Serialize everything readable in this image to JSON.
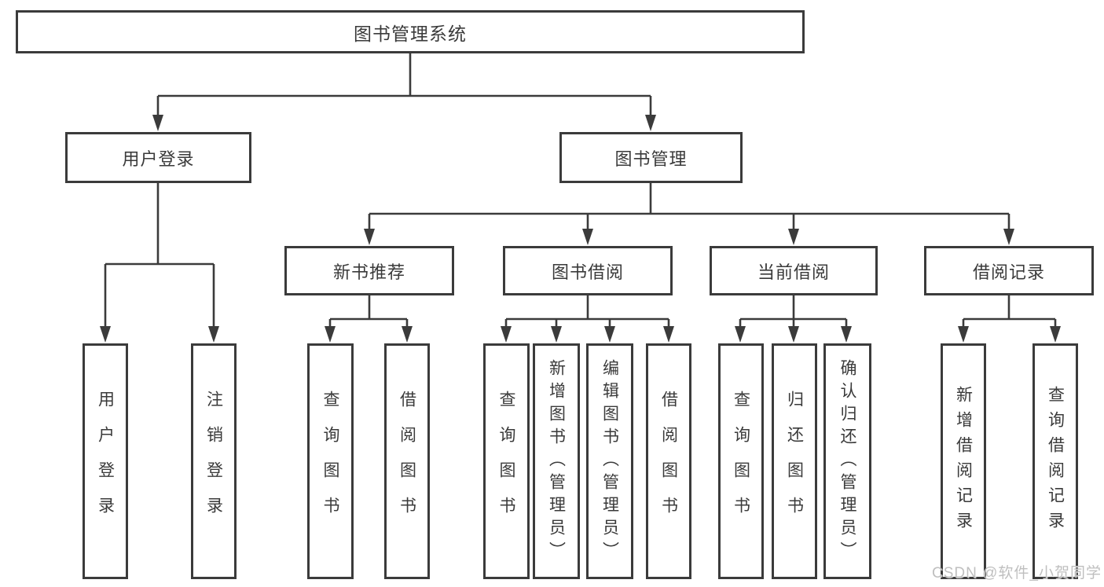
{
  "diagram": {
    "title": "图书管理系统",
    "colors": {
      "line": "#3b3b3b",
      "text": "#3a3a3a",
      "box_background": "#ffffff",
      "page_background": "#ffffff",
      "watermark": "#bfbfbf"
    },
    "tree": {
      "label": "图书管理系统",
      "children": [
        {
          "label": "用户登录",
          "children": [
            {
              "label": "用户登录"
            },
            {
              "label": "注销登录"
            }
          ]
        },
        {
          "label": "图书管理",
          "children": [
            {
              "label": "新书推荐",
              "children": [
                {
                  "label": "查询图书"
                },
                {
                  "label": "借阅图书"
                }
              ]
            },
            {
              "label": "图书借阅",
              "children": [
                {
                  "label": "查询图书"
                },
                {
                  "label": "新增图书（管理员）"
                },
                {
                  "label": "编辑图书（管理员）"
                },
                {
                  "label": "借阅图书"
                }
              ]
            },
            {
              "label": "当前借阅",
              "children": [
                {
                  "label": "查询图书"
                },
                {
                  "label": "归还图书"
                },
                {
                  "label": "确认归还（管理员）"
                }
              ]
            },
            {
              "label": "借阅记录",
              "children": [
                {
                  "label": "新增借阅记录"
                },
                {
                  "label": "查询借阅记录"
                }
              ]
            }
          ]
        }
      ]
    },
    "watermark": {
      "text": "CSDN @软件_小贺同学"
    }
  }
}
